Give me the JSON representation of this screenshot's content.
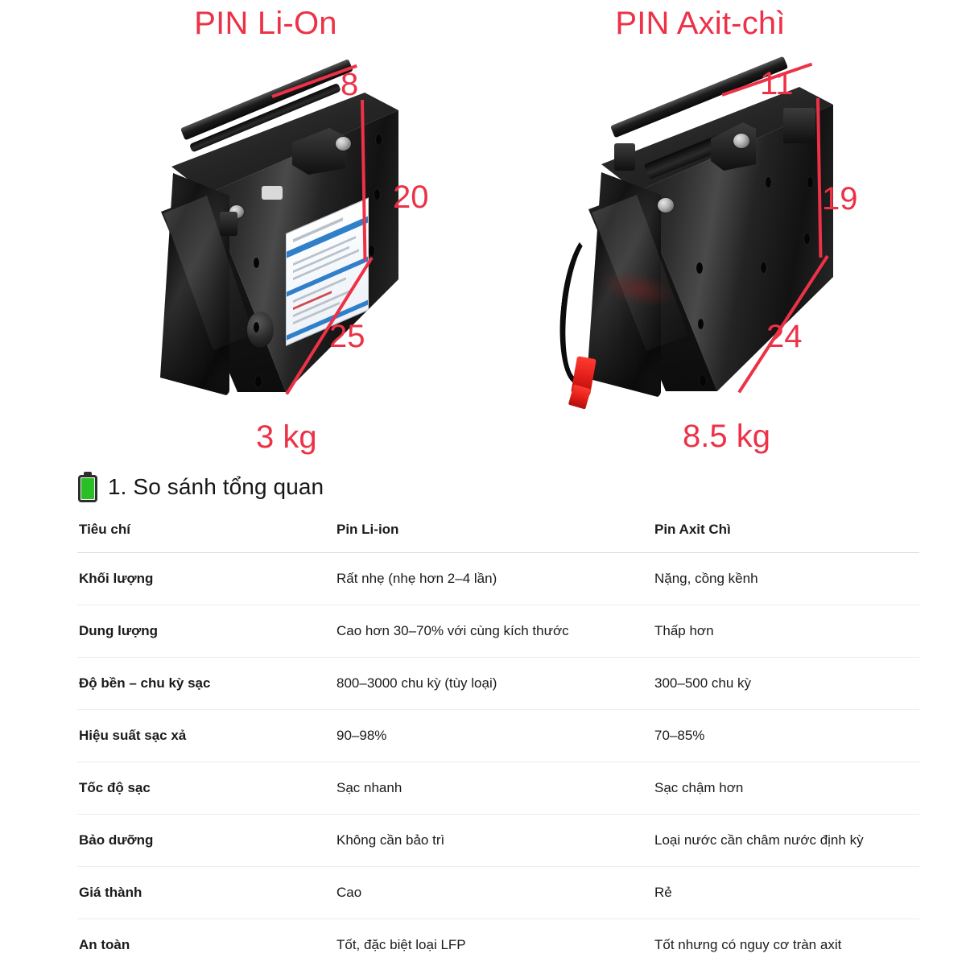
{
  "photo_band": {
    "left": {
      "title": "PIN Li-On",
      "dim_depth": "8",
      "dim_height": "20",
      "dim_width": "25",
      "weight": "3 kg",
      "alt": "lithium-ion-battery-pack-photo"
    },
    "right": {
      "title": "PIN Axit-chì",
      "dim_depth": "11",
      "dim_height": "19",
      "dim_width": "24",
      "weight": "8.5 kg",
      "alt": "lead-acid-battery-pack-photo"
    },
    "accent_color": "#ED3147"
  },
  "section": {
    "icon": "battery-icon",
    "heading": "1. So sánh tổng quan"
  },
  "table": {
    "headers": [
      "Tiêu chí",
      "Pin Li-ion",
      "Pin Axit Chì"
    ],
    "rows": [
      {
        "criterion": "Khối lượng",
        "liion": "Rất nhẹ (nhẹ hơn 2–4 lần)",
        "lead": "Nặng, cồng kềnh"
      },
      {
        "criterion": "Dung lượng",
        "liion": "Cao hơn 30–70% với cùng kích thước",
        "lead": "Thấp hơn"
      },
      {
        "criterion": "Độ bền – chu kỳ sạc",
        "liion": "800–3000 chu kỳ (tùy loại)",
        "lead": "300–500 chu kỳ"
      },
      {
        "criterion": "Hiệu suất sạc xả",
        "liion": "90–98%",
        "lead": "70–85%"
      },
      {
        "criterion": "Tốc độ sạc",
        "liion": "Sạc nhanh",
        "lead": "Sạc chậm hơn"
      },
      {
        "criterion": "Bảo dưỡng",
        "liion": "Không cần bảo trì",
        "lead": "Loại nước cần châm nước định kỳ"
      },
      {
        "criterion": "Giá thành",
        "liion": "Cao",
        "lead": "Rẻ"
      },
      {
        "criterion": "An toàn",
        "liion": "Tốt, đặc biệt loại LFP",
        "lead": "Tốt nhưng có nguy cơ tràn axit"
      }
    ]
  }
}
